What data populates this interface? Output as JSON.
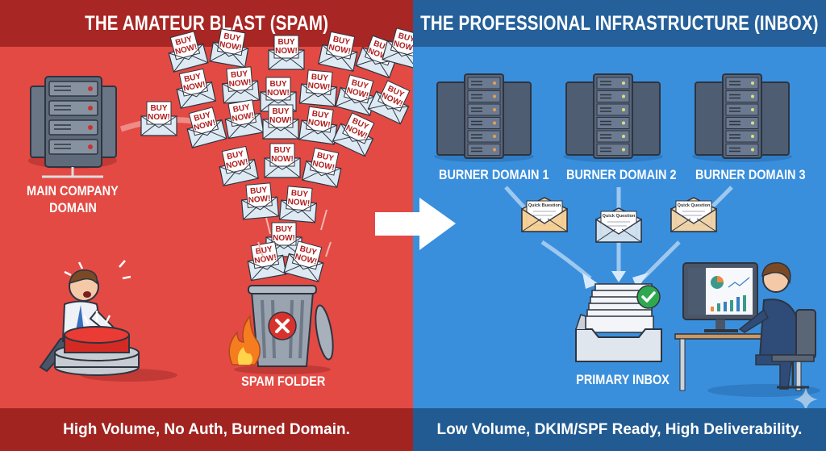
{
  "left": {
    "title": "THE AMATEUR BLAST (SPAM)",
    "server_label_line1": "MAIN COMPANY",
    "server_label_line2": "DOMAIN",
    "email_text_line1": "BUY",
    "email_text_line2": "NOW!",
    "trash_label": "SPAM FOLDER",
    "footer": "High Volume, No Auth, Burned Domain.",
    "colors": {
      "background": "#e34a44",
      "header": "#a82624",
      "footer": "#a22421"
    }
  },
  "right": {
    "title": "THE PROFESSIONAL INFRASTRUCTURE (INBOX)",
    "domains": [
      {
        "label": "BURNER DOMAIN 1",
        "email_subject": "Quick Buestion"
      },
      {
        "label": "BURNER DOMAIN 2",
        "email_subject": "Quick Question"
      },
      {
        "label": "BURNER DOMAIN 3",
        "email_subject": "Quick Question"
      }
    ],
    "inbox_label": "PRIMARY INBOX",
    "footer": "Low Volume, DKIM/SPF Ready, High Deliverability.",
    "colors": {
      "background": "#3a8fdc",
      "header": "#25609a",
      "footer": "#225b92",
      "check": "#2fa84f"
    }
  },
  "icons": {
    "transition_arrow": "right-arrow-icon",
    "status_bad": "x-circle-icon",
    "status_good": "check-circle-icon",
    "fire": "fire-icon",
    "sparkle": "sparkle-icon"
  }
}
